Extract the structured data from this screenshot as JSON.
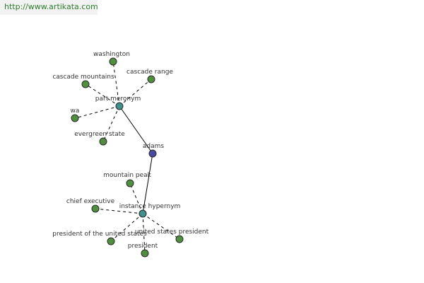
{
  "watermark": "http://www.artikata.com",
  "graph": {
    "nodes": [
      {
        "id": "adams",
        "label": "adams",
        "kind": "root"
      },
      {
        "id": "part_meronym",
        "label": "part meronym",
        "kind": "relation"
      },
      {
        "id": "instance_hypernym",
        "label": "instance hypernym",
        "kind": "relation"
      },
      {
        "id": "washington",
        "label": "washington",
        "kind": "leaf"
      },
      {
        "id": "cascade_mountains",
        "label": "cascade mountains",
        "kind": "leaf"
      },
      {
        "id": "cascade_range",
        "label": "cascade range",
        "kind": "leaf"
      },
      {
        "id": "wa",
        "label": "wa",
        "kind": "leaf"
      },
      {
        "id": "evergreen_state",
        "label": "evergreen state",
        "kind": "leaf"
      },
      {
        "id": "mountain_peak",
        "label": "mountain peak",
        "kind": "leaf"
      },
      {
        "id": "chief_executive",
        "label": "chief executive",
        "kind": "leaf"
      },
      {
        "id": "president_of_the_united_states",
        "label": "president of the united states",
        "kind": "leaf"
      },
      {
        "id": "united_states_president",
        "label": "united states president",
        "kind": "leaf"
      },
      {
        "id": "president",
        "label": "president",
        "kind": "leaf"
      }
    ],
    "edges": [
      {
        "from": "adams",
        "to": "part_meronym",
        "style": "solid"
      },
      {
        "from": "adams",
        "to": "instance_hypernym",
        "style": "solid"
      },
      {
        "from": "part_meronym",
        "to": "washington",
        "style": "dashed"
      },
      {
        "from": "part_meronym",
        "to": "cascade_mountains",
        "style": "dashed"
      },
      {
        "from": "part_meronym",
        "to": "cascade_range",
        "style": "dashed"
      },
      {
        "from": "part_meronym",
        "to": "wa",
        "style": "dashed"
      },
      {
        "from": "part_meronym",
        "to": "evergreen_state",
        "style": "dashed"
      },
      {
        "from": "instance_hypernym",
        "to": "mountain_peak",
        "style": "dashed"
      },
      {
        "from": "instance_hypernym",
        "to": "chief_executive",
        "style": "dashed"
      },
      {
        "from": "instance_hypernym",
        "to": "president_of_the_united_states",
        "style": "dashed"
      },
      {
        "from": "instance_hypernym",
        "to": "united_states_president",
        "style": "dashed"
      },
      {
        "from": "instance_hypernym",
        "to": "president",
        "style": "dashed"
      }
    ],
    "colors": {
      "root": "#4a4aa0",
      "relation": "#3f8f8a",
      "leaf": "#4f8f3f",
      "stroke": "#2a2a2a",
      "edge": "#000000"
    }
  }
}
